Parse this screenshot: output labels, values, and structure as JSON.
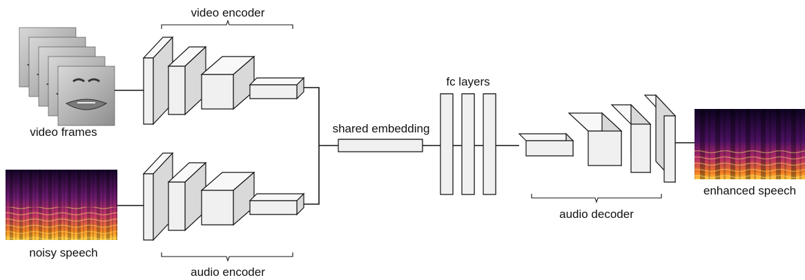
{
  "labels": {
    "video_encoder": "video encoder",
    "video_frames": "video frames",
    "noisy_speech": "noisy speech",
    "audio_encoder": "audio encoder",
    "shared_embedding": "shared embedding",
    "fc_layers": "fc layers",
    "audio_decoder": "audio decoder",
    "enhanced_speech": "enhanced speech"
  },
  "colors": {
    "block_front": "#f0f0f0",
    "block_side": "#d9d9d9",
    "line": "#111111",
    "spectrogram_dark": "#1a0530",
    "spectrogram_mid": "#b0286a",
    "spectrogram_bright": "#f6a02a"
  },
  "images": {
    "video_frames": "mouth-region-frames-stack",
    "noisy_speech": "noisy-spectrogram",
    "enhanced_speech": "enhanced-spectrogram"
  }
}
